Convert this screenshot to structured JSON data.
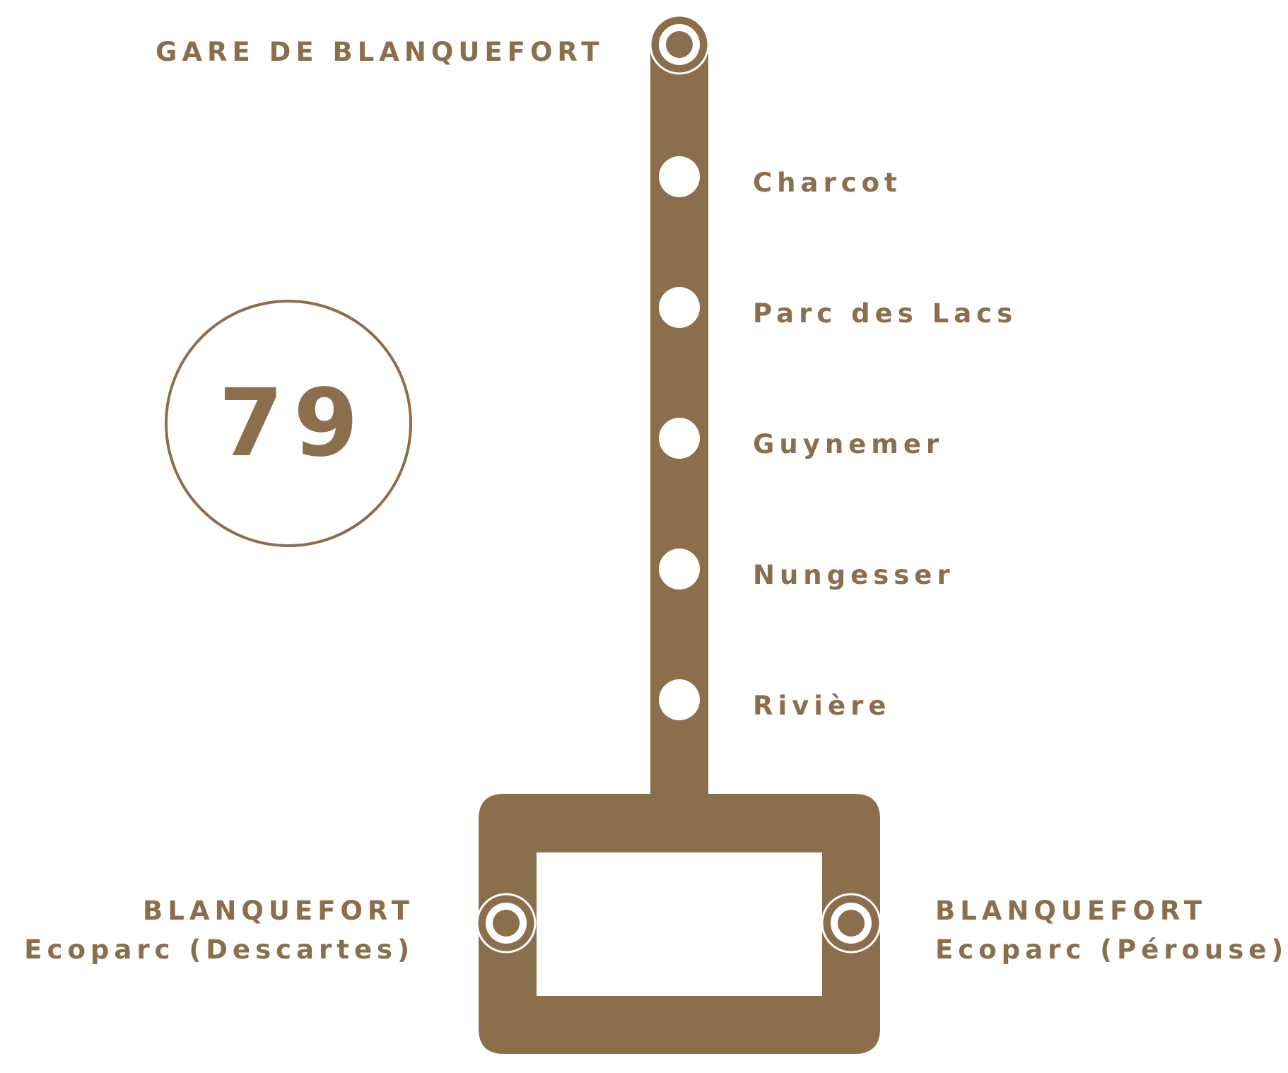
{
  "route": {
    "number": "79",
    "color": "#8b6e4c"
  },
  "terminus_top": {
    "name": "GARE DE BLANQUEFORT"
  },
  "stops": [
    {
      "name": "Charcot"
    },
    {
      "name": "Parc des Lacs"
    },
    {
      "name": "Guynemer"
    },
    {
      "name": "Nungesser"
    },
    {
      "name": "Rivière"
    }
  ],
  "terminus_left": {
    "name": "BLANQUEFORT",
    "sub": "Ecoparc (Descartes)"
  },
  "terminus_right": {
    "name": "BLANQUEFORT",
    "sub": "Ecoparc (Pérouse)"
  }
}
